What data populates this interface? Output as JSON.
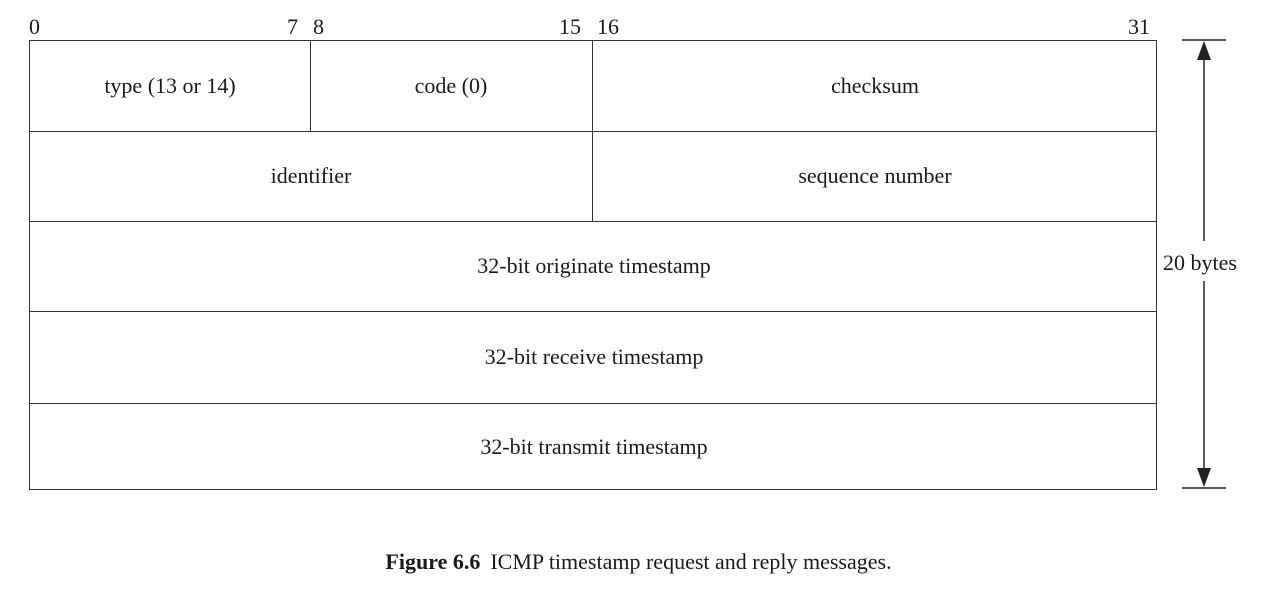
{
  "bit_positions": {
    "b0": "0",
    "b7": "7",
    "b8": "8",
    "b15": "15",
    "b16": "16",
    "b31": "31"
  },
  "fields": {
    "type": "type (13 or 14)",
    "code": "code (0)",
    "checksum": "checksum",
    "identifier": "identifier",
    "sequence_number": "sequence number",
    "originate_timestamp": "32-bit originate timestamp",
    "receive_timestamp": "32-bit receive timestamp",
    "transmit_timestamp": "32-bit transmit timestamp"
  },
  "size_label": "20 bytes",
  "caption": {
    "figure_number": "Figure 6.6",
    "text": "ICMP timestamp request and reply messages."
  }
}
